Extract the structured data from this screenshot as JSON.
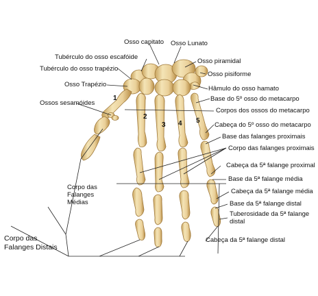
{
  "colors": {
    "bone_light": "#f1dfae",
    "bone_mid": "#e2c17c",
    "bone_shadow": "#b88d46",
    "leader_line": "#222222"
  },
  "metacarpal_numbers": [
    "1",
    "2",
    "3",
    "4",
    "5"
  ],
  "labels": {
    "osso_capitato": "Osso capitato",
    "osso_lunato": "Osso Lunato",
    "tuberculo_escafoide": "Tubérculo do osso escafóide",
    "osso_piramidal": "Osso piramidal",
    "tuberculo_trapezio": "Tubérculo do osso trapézio",
    "osso_pisiforme": "Osso pisiforme",
    "osso_trapezio": "Osso Trapézio",
    "hamulo_hamato": "Hâmulo do osso hamato",
    "ossos_sesamoides": "Ossos sesamóides",
    "base_5_metacarpo": "Base do 5º osso do metacarpo",
    "corpos_metacarpo": "Corpos dos ossos do metacarpo",
    "cabeca_5_metacarpo": "Cabeça do 5º osso do metacarpo",
    "base_falanges_proximais": "Base das falanges proximais",
    "corpo_falanges_proximais": "Corpo das falanges proximais",
    "cabeca_5_falange_proximal": "Cabeça da 5ª falange proximal",
    "base_5_falange_media": "Base da 5ª falange média",
    "cabeca_5_falange_media": "Cabeça da 5ª falange média",
    "base_5_falange_distal": "Base da 5ª falange distal",
    "tuberosidade_5_falange_distal": "Tuberosidade da 5ª falange distal",
    "cabeca_5_falange_distal": "Cabeça da 5ª falange distal",
    "corpo_falanges_medias": "Corpo das Falanges Médias",
    "corpo_falanges_distais": "Corpo das Falanges Distais"
  }
}
